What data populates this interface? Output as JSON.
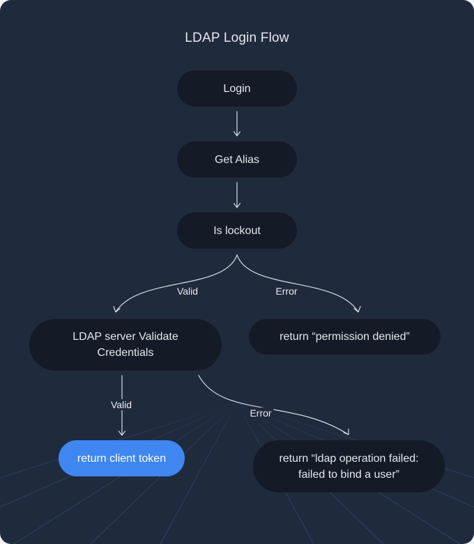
{
  "title": "LDAP Login Flow",
  "nodes": {
    "login": "Login",
    "get_alias": "Get Alias",
    "is_lockout": "Is lockout",
    "ldap_validate": "LDAP server Validate Credentials",
    "permission_denied": "return “permission denied”",
    "client_token": "return client token",
    "bind_failed": "return “ldap operation failed: failed to bind a user”"
  },
  "edge_labels": {
    "lockout_valid": "Valid",
    "lockout_error": "Error",
    "validate_valid": "Valid",
    "validate_error": "Error"
  },
  "colors": {
    "background": "#1f2a3d",
    "node": "#141b27",
    "accent": "#3f86f0",
    "text": "#e4e7ed"
  }
}
